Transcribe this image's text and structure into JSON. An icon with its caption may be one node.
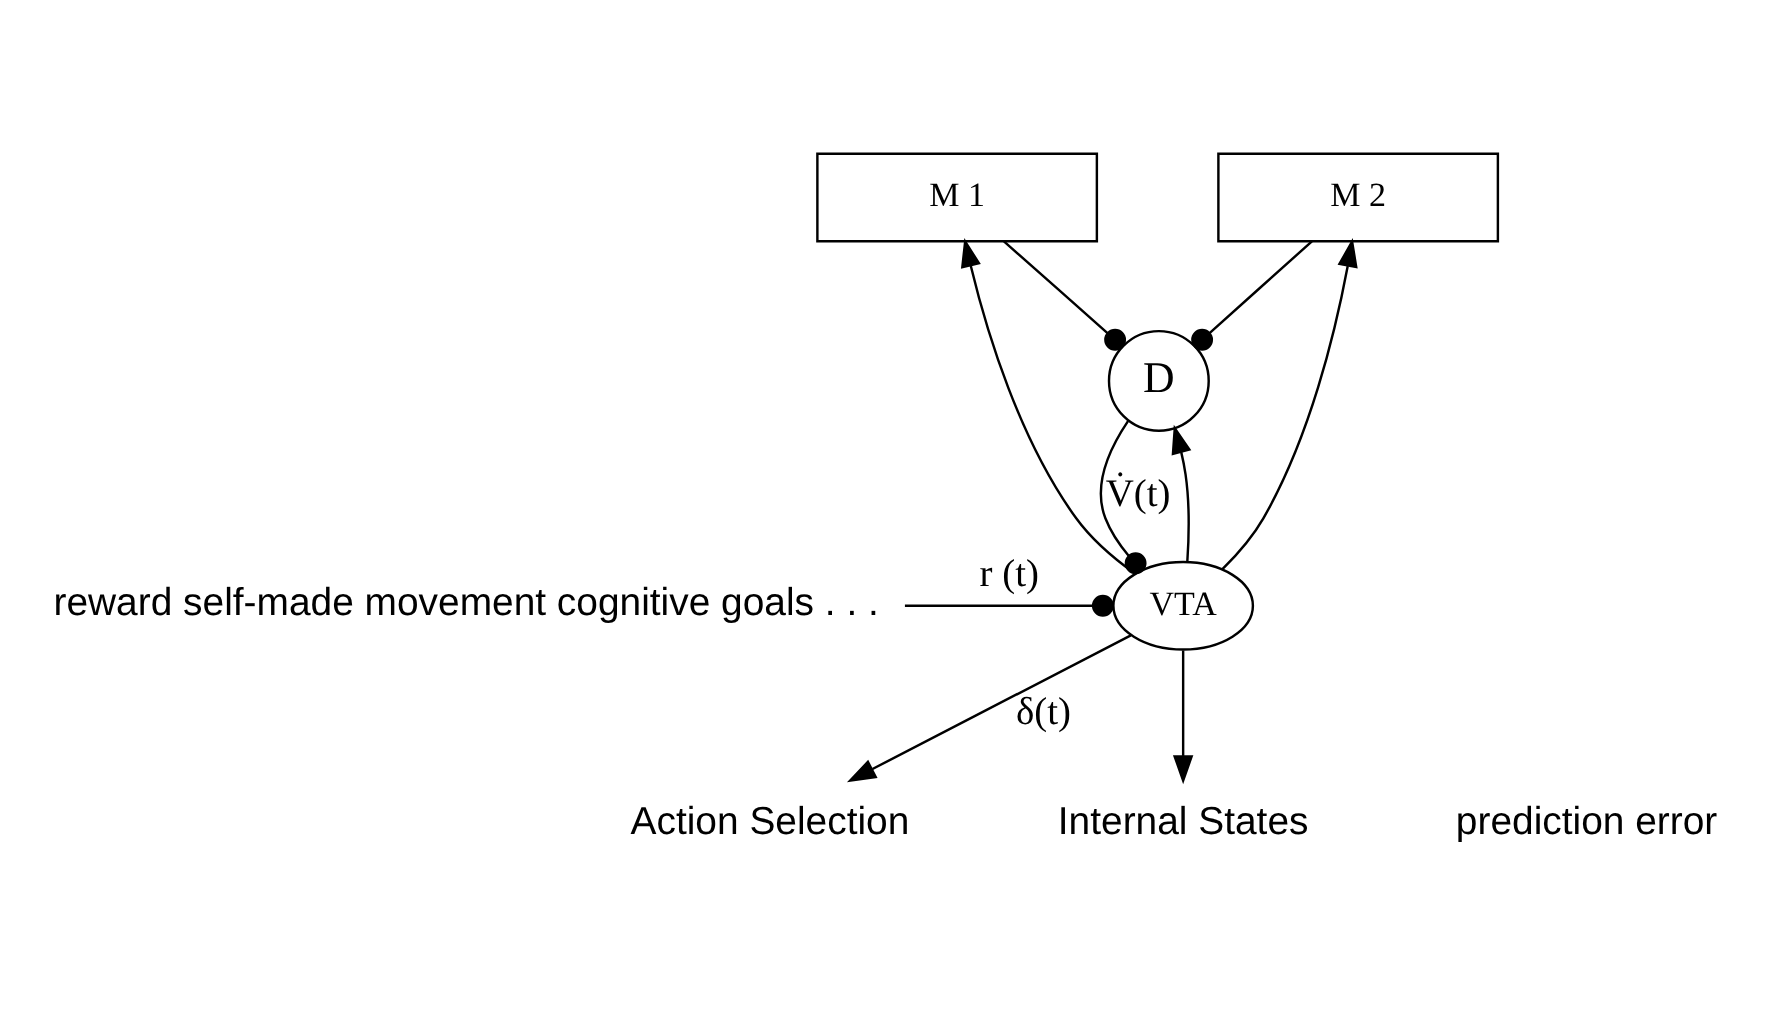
{
  "diagram": {
    "nodes": [
      {
        "text": [
          "M 1"
        ]
      },
      {
        "text": [
          "M 2"
        ]
      },
      {
        "text": [
          "D"
        ]
      },
      {
        "text": [
          "reward self-made movement cognitive goals . . ."
        ]
      },
      {
        "text": [
          "VTA"
        ]
      },
      {
        "text": [
          "Action Selection"
        ]
      },
      {
        "text": [
          "Internal States"
        ]
      }
    ],
    "edges": [
      {
        "from": 0,
        "to": 2,
        "arrow": "other"
      },
      {
        "from": 1,
        "to": 2,
        "arrow": "other"
      },
      {
        "from": 2,
        "to": 4,
        "arrow": "other",
        "label": "V̇(t)"
      },
      {
        "from": 3,
        "to": 4,
        "arrow": "other",
        "label": "r (t)"
      },
      {
        "from": 4,
        "to": 5,
        "arrow": "to",
        "label": "δ(t)"
      },
      {
        "from": 4,
        "to": 6,
        "arrow": "to"
      },
      {
        "from": 4,
        "to": 0,
        "arrow": "to"
      },
      {
        "from": 4,
        "to": 1,
        "arrow": "to"
      },
      {
        "from": 4,
        "to": 2,
        "arrow": "to"
      }
    ],
    "labels": [
      "prediction error"
    ]
  }
}
